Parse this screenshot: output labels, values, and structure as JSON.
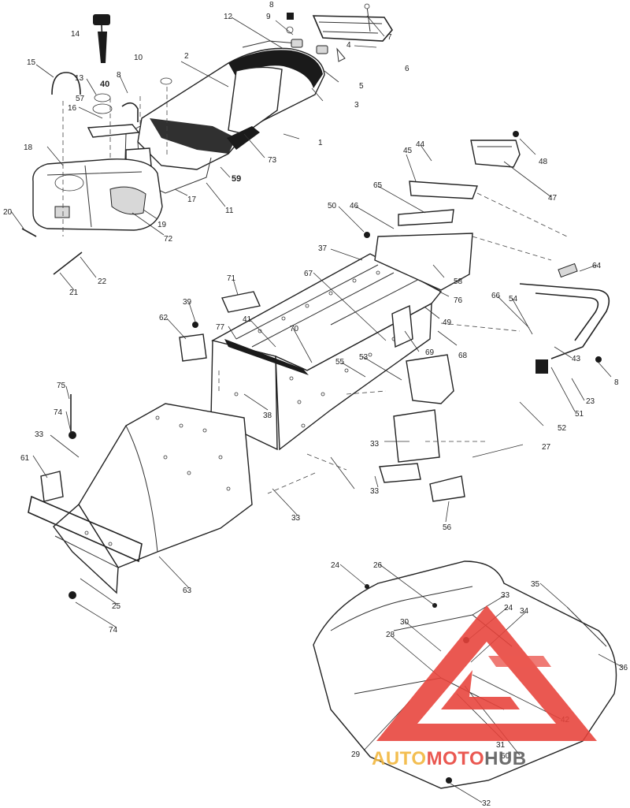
{
  "callouts": [
    {
      "id": "c8a",
      "label": "8"
    },
    {
      "id": "c9",
      "label": "9"
    },
    {
      "id": "c12",
      "label": "12"
    },
    {
      "id": "c7",
      "label": "7"
    },
    {
      "id": "c14",
      "label": "14"
    },
    {
      "id": "c10",
      "label": "10"
    },
    {
      "id": "c2",
      "label": "2"
    },
    {
      "id": "c4",
      "label": "4"
    },
    {
      "id": "c6",
      "label": "6"
    },
    {
      "id": "c5",
      "label": "5"
    },
    {
      "id": "c15",
      "label": "15"
    },
    {
      "id": "c13",
      "label": "13"
    },
    {
      "id": "c8b",
      "label": "8"
    },
    {
      "id": "c40",
      "label": "40"
    },
    {
      "id": "c57",
      "label": "57"
    },
    {
      "id": "c3",
      "label": "3"
    },
    {
      "id": "c16",
      "label": "16"
    },
    {
      "id": "c1",
      "label": "1"
    },
    {
      "id": "c18",
      "label": "18"
    },
    {
      "id": "c73",
      "label": "73"
    },
    {
      "id": "c59",
      "label": "59"
    },
    {
      "id": "c17",
      "label": "17"
    },
    {
      "id": "c11",
      "label": "11"
    },
    {
      "id": "c44",
      "label": "44"
    },
    {
      "id": "c48",
      "label": "48"
    },
    {
      "id": "c45",
      "label": "45"
    },
    {
      "id": "c47",
      "label": "47"
    },
    {
      "id": "c65",
      "label": "65"
    },
    {
      "id": "c20",
      "label": "20"
    },
    {
      "id": "c19",
      "label": "19"
    },
    {
      "id": "c72",
      "label": "72"
    },
    {
      "id": "c50",
      "label": "50"
    },
    {
      "id": "c46",
      "label": "46"
    },
    {
      "id": "c22",
      "label": "22"
    },
    {
      "id": "c21",
      "label": "21"
    },
    {
      "id": "c37",
      "label": "37"
    },
    {
      "id": "c58",
      "label": "58"
    },
    {
      "id": "c67",
      "label": "67"
    },
    {
      "id": "c76",
      "label": "76"
    },
    {
      "id": "c64",
      "label": "64"
    },
    {
      "id": "c71",
      "label": "71"
    },
    {
      "id": "c39",
      "label": "39"
    },
    {
      "id": "c66",
      "label": "66"
    },
    {
      "id": "c54",
      "label": "54"
    },
    {
      "id": "c62",
      "label": "62"
    },
    {
      "id": "c41",
      "label": "41"
    },
    {
      "id": "c49",
      "label": "49"
    },
    {
      "id": "c77",
      "label": "77"
    },
    {
      "id": "c70",
      "label": "70"
    },
    {
      "id": "c69",
      "label": "69"
    },
    {
      "id": "c68",
      "label": "68"
    },
    {
      "id": "c55",
      "label": "55"
    },
    {
      "id": "c53",
      "label": "53"
    },
    {
      "id": "c43",
      "label": "43"
    },
    {
      "id": "c8c",
      "label": "8"
    },
    {
      "id": "c75",
      "label": "75"
    },
    {
      "id": "c23",
      "label": "23"
    },
    {
      "id": "c38",
      "label": "38"
    },
    {
      "id": "c51",
      "label": "51"
    },
    {
      "id": "c74a",
      "label": "74"
    },
    {
      "id": "c52",
      "label": "52"
    },
    {
      "id": "c33a",
      "label": "33"
    },
    {
      "id": "c27",
      "label": "27"
    },
    {
      "id": "c33b",
      "label": "33"
    },
    {
      "id": "c61",
      "label": "61"
    },
    {
      "id": "c33c",
      "label": "33"
    },
    {
      "id": "c56",
      "label": "56"
    },
    {
      "id": "c33d",
      "label": "33"
    },
    {
      "id": "c24a",
      "label": "24"
    },
    {
      "id": "c26",
      "label": "26"
    },
    {
      "id": "c35",
      "label": "35"
    },
    {
      "id": "c63",
      "label": "63"
    },
    {
      "id": "c25",
      "label": "25"
    },
    {
      "id": "c33e",
      "label": "33"
    },
    {
      "id": "c24b",
      "label": "24"
    },
    {
      "id": "c34",
      "label": "34"
    },
    {
      "id": "c74b",
      "label": "74"
    },
    {
      "id": "c30",
      "label": "30"
    },
    {
      "id": "c28",
      "label": "28"
    },
    {
      "id": "c29",
      "label": "29"
    },
    {
      "id": "c42",
      "label": "42"
    },
    {
      "id": "c31",
      "label": "31"
    },
    {
      "id": "c60",
      "label": "60"
    },
    {
      "id": "c32",
      "label": "32"
    },
    {
      "id": "c36",
      "label": "36"
    }
  ],
  "watermark": {
    "part1": "AUTO",
    "part2": "MOTO",
    "part3": "HUB",
    "color_primary": "#e8423a",
    "color_accent": "#f2b63a",
    "color_dark": "#5a5a5a"
  }
}
